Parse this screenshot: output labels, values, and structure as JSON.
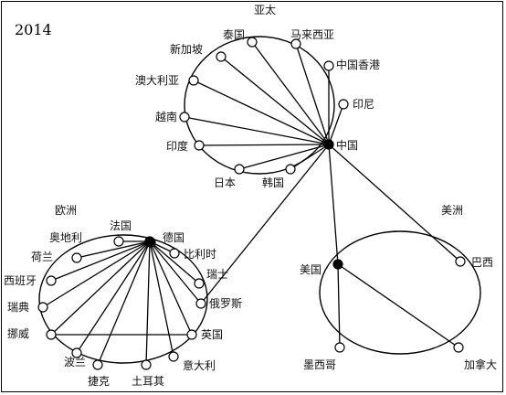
{
  "year": "2014",
  "regions": {
    "asia": "亚太",
    "europe": "欧洲",
    "americas": "美洲"
  },
  "nodes": {
    "thailand": "泰国",
    "malaysia": "马来西亚",
    "singapore": "新加坡",
    "hongkong": "中国香港",
    "australia": "澳大利亚",
    "indonesia": "印尼",
    "vietnam": "越南",
    "china": "中国",
    "india": "印度",
    "japan": "日本",
    "korea": "韩国",
    "austria": "奥地利",
    "france": "法国",
    "germany": "德国",
    "netherlands": "荷兰",
    "belgium": "比利时",
    "spain": "西班牙",
    "switzerland": "瑞士",
    "sweden": "瑞典",
    "russia": "俄罗斯",
    "norway": "挪威",
    "uk": "英国",
    "poland": "波兰",
    "italy": "意大利",
    "czech": "捷克",
    "turkey": "土耳其",
    "usa": "美国",
    "brazil": "巴西",
    "mexico": "墨西哥",
    "canada": "加拿大"
  },
  "colors": {
    "line": "#000000",
    "node_fill": "#ffffff",
    "hub_fill": "#000000"
  }
}
